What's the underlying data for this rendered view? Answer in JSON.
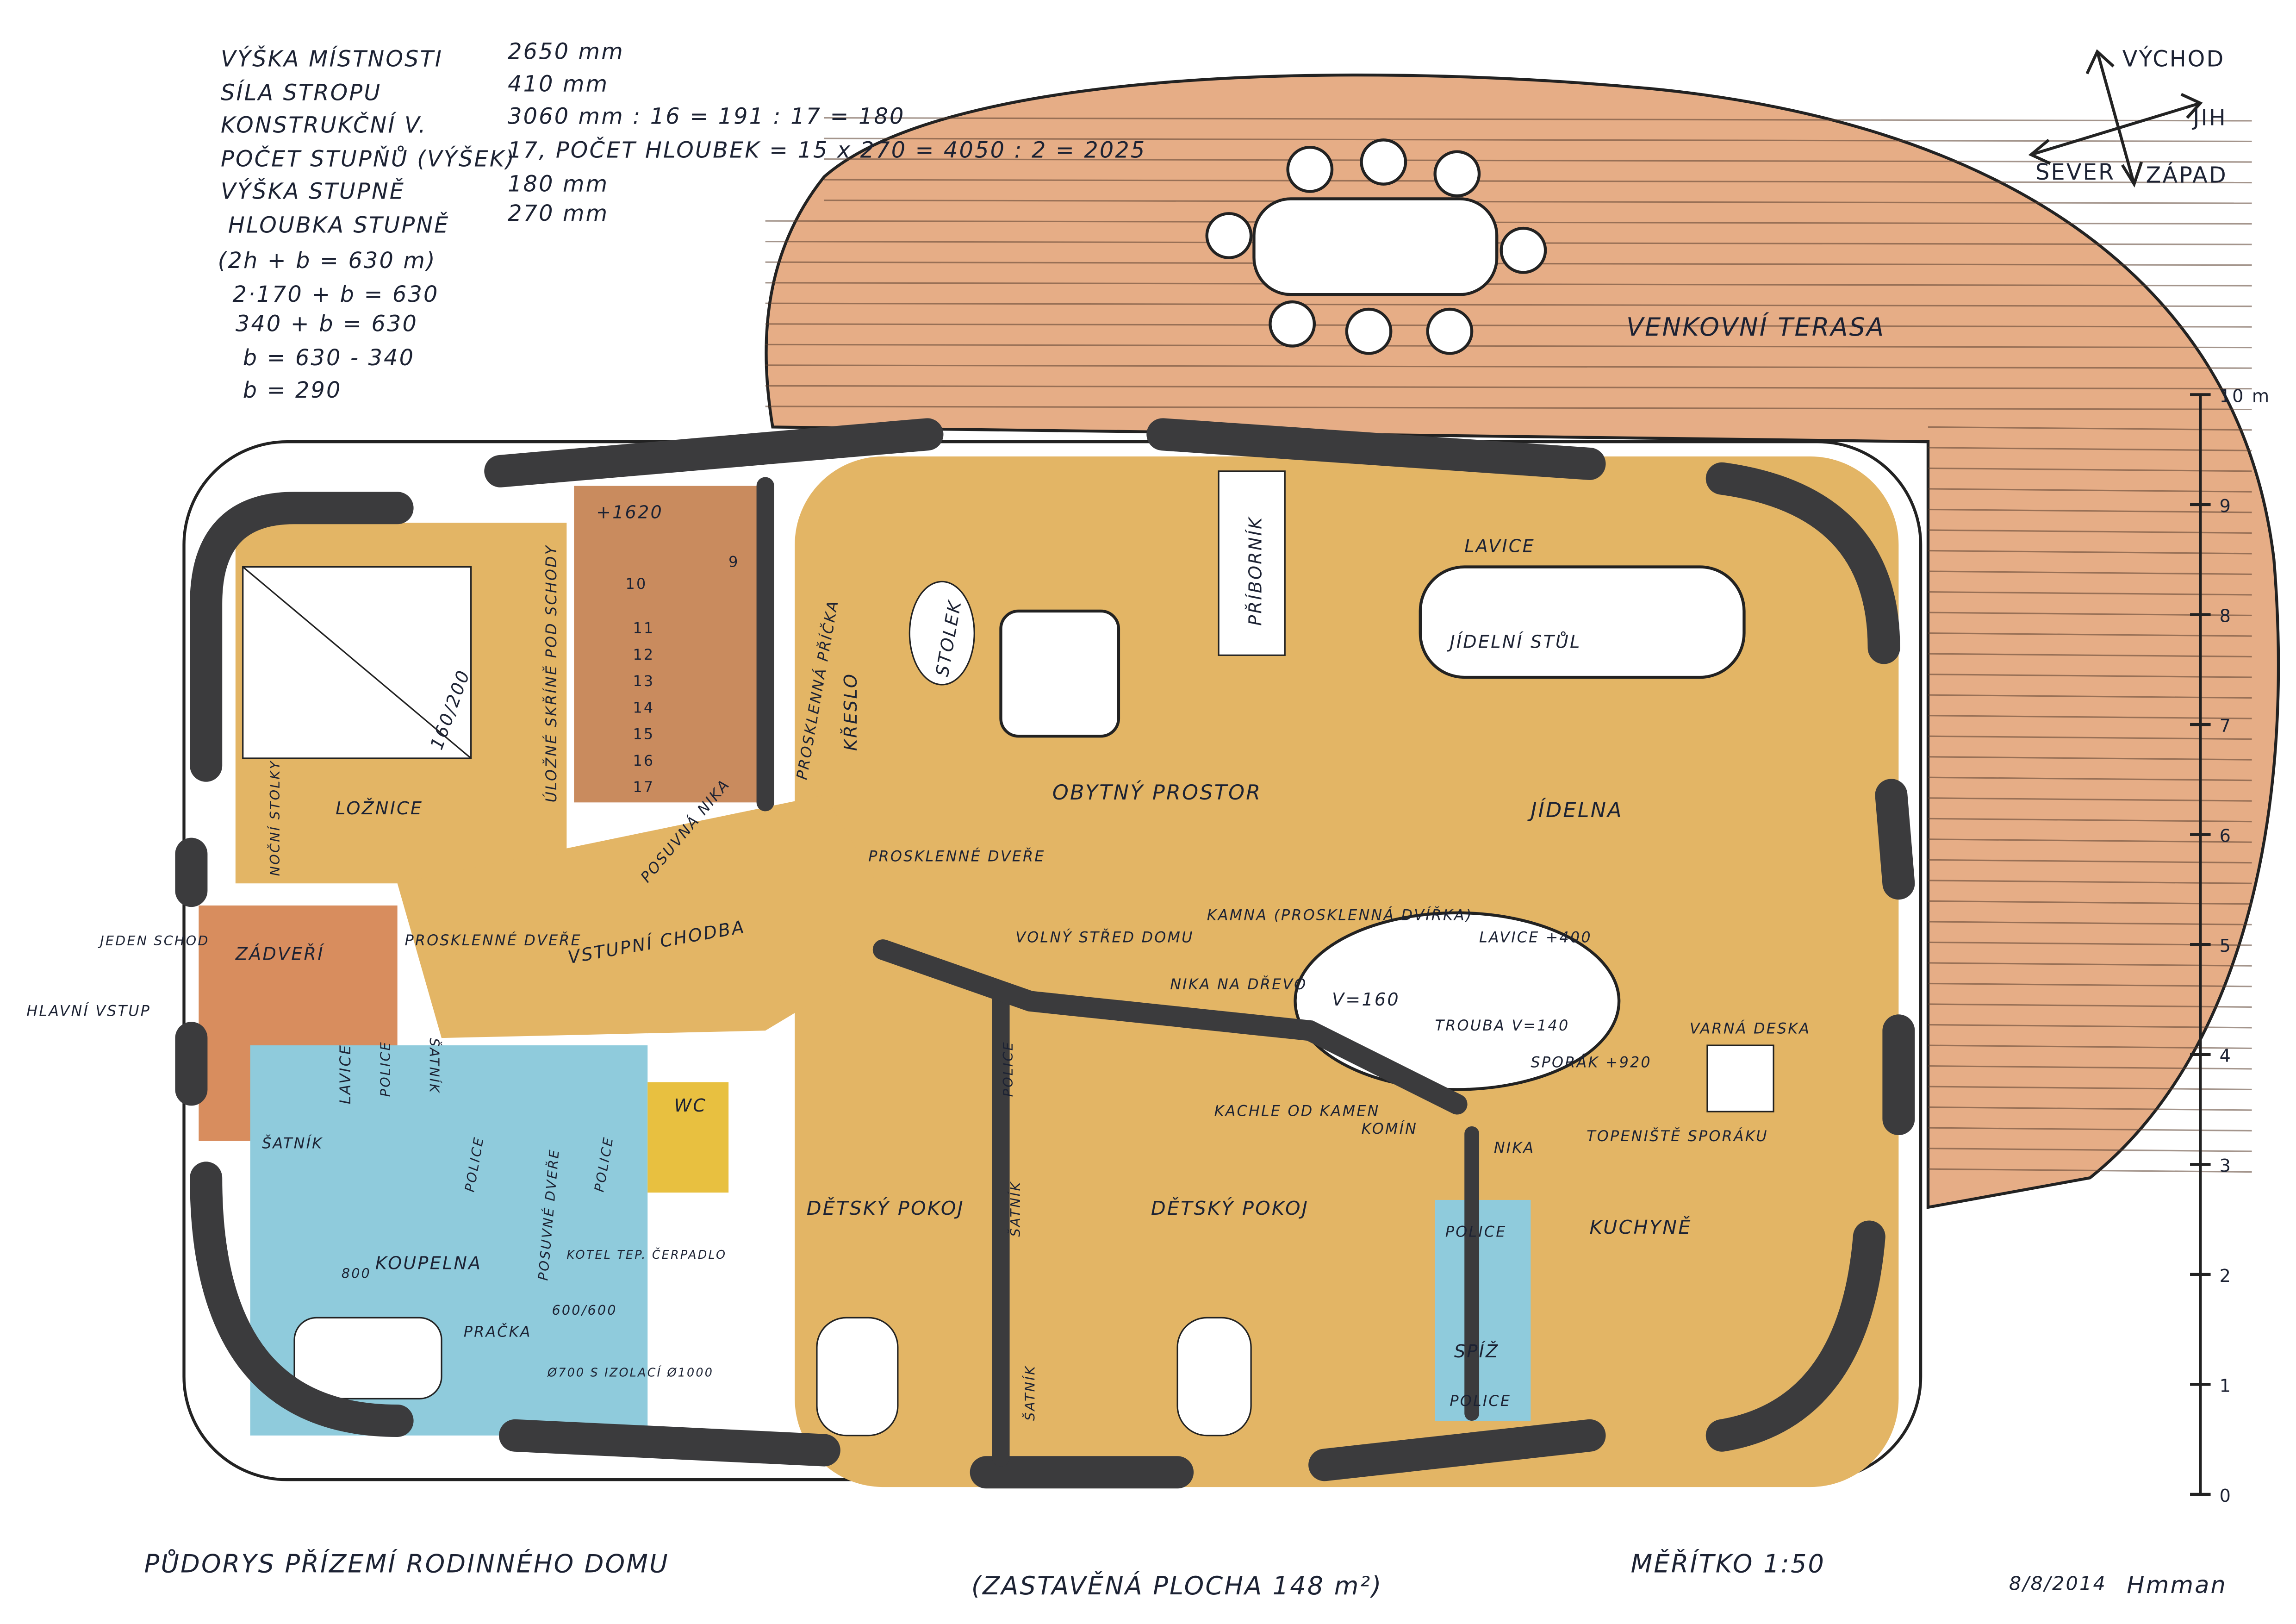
{
  "notes": [
    {
      "label": "VÝŠKA MÍSTNOSTI",
      "value": "2650 mm"
    },
    {
      "label": "SÍLA STROPU",
      "value": "410 mm"
    },
    {
      "label": "KONSTRUKČNÍ V.",
      "value": "3060 mm : 16 = 191   : 17 = 180"
    },
    {
      "label": "POČET STUPŇŮ (VÝŠEK)",
      "value": "17, POČET HLOUBEK = 15 x 270 = 4050 : 2 = 2025"
    },
    {
      "label": "VÝŠKA STUPNĚ",
      "value": "180 mm"
    },
    {
      "label": "HLOUBKA STUPNĚ",
      "value": "270 mm"
    }
  ],
  "formula": [
    "(2h + b = 630 m)",
    "2·170 + b = 630",
    "340 + b = 630",
    "b = 630 - 340",
    "b = 290"
  ],
  "compass": {
    "east": "VÝCHOD",
    "south": "JIH",
    "north": "SEVER",
    "west": "ZÁPAD"
  },
  "terrace_label": "VENKOVNÍ TERASA",
  "rooms": {
    "bedroom": "LOŽNICE",
    "bed_size": "160/200",
    "night_tables": "NOČNÍ STOLKY",
    "under_stairs": "ÚLOŽNÉ SKŘÍNĚ POD SCHODY",
    "stair_level": "+1620",
    "sliding_niche": "POSUVNÁ NIKA",
    "glass_partition": "PROSKLENNÁ PŘÍČKA",
    "armchair": "KŘESLO",
    "coffee_table": "STOLEK",
    "sideboard": "PŘÍBORNÍK",
    "bench_dining": "LAVICE",
    "dining_table": "JÍDELNÍ STŮL",
    "living": "OBYTNÝ PROSTOR",
    "dining": "JÍDELNA",
    "glass_door_1": "PROSKLENNÉ DVEŘE",
    "entrance_hall": "VSTUPNÍ CHODBA",
    "glass_door_2": "PROSKLENNÉ DVEŘE",
    "vestibule": "ZÁDVEŘÍ",
    "one_step": "JEDEN SCHOD",
    "main_entrance": "HLAVNÍ VSTUP",
    "free_center": "VOLNÝ STŘED DOMU",
    "stove": "KAMNA (PROSKLENNÁ DVÍŘKA)",
    "bench_stove": "LAVICE +400",
    "wood_niche": "NIKA NA DŘEVO",
    "stove_height": "V=160",
    "oven": "TROUBA V=140",
    "cooker": "SPORÁK +920",
    "hob": "VARNÁ DESKA",
    "bench_vest": "LAVICE",
    "shelf_vest": "POLICE",
    "wardrobe_a": "ŠATNÍK",
    "wardrobe_b": "ŠATNÍK",
    "shelf_b": "POLICE",
    "shelf_c": "POLICE",
    "sliding_doors": "POSUVNÉ DVEŘE",
    "wc": "WC",
    "tiles": "KACHLE OD KAMEN",
    "chimney": "KOMÍN",
    "niche": "NIKA",
    "firebox": "TOPENIŠTĚ SPORÁKU",
    "bathroom": "KOUPELNA",
    "bath_dim": "800",
    "boiler": "KOTEL TEP. ČERPADLO",
    "boiler_dim": "600/600",
    "washer": "PRAČKA",
    "shower": "Ø700 S IZOLACÍ Ø1000",
    "kids1": "DĚTSKÝ POKOJ",
    "kids_shelf": "POLICE",
    "kids_wardrobe1": "ŠATNÍK",
    "kids_wardrobe2": "ŠATNÍK",
    "kids2": "DĚTSKÝ POKOJ",
    "pantry_shelf1": "POLICE",
    "pantry": "SPÍŽ",
    "pantry_shelf2": "POLICE",
    "kitchen": "KUCHYNĚ"
  },
  "stair_numbers": [
    "9",
    "10",
    "11",
    "12",
    "13",
    "14",
    "15",
    "16",
    "17"
  ],
  "scale_bar": {
    "unit": "m",
    "ticks": [
      "0",
      "1",
      "2",
      "3",
      "4",
      "5",
      "6",
      "7",
      "8",
      "9",
      "10 m"
    ]
  },
  "footer": {
    "title": "PŮDORYS PŘÍZEMÍ RODINNÉHO DOMU",
    "area": "(ZASTAVĚNÁ PLOCHA 148 m²)",
    "scale": "MĚŘÍTKO 1:50",
    "date": "8/8/2014",
    "signature": "Hmman"
  },
  "colors": {
    "terrace": "#e6ad86",
    "ochre": "#e3b565",
    "wall": "#3b3b3d",
    "blue": "#8fcbdc",
    "brown": "#c98b5e",
    "orange": "#d88d5e"
  }
}
